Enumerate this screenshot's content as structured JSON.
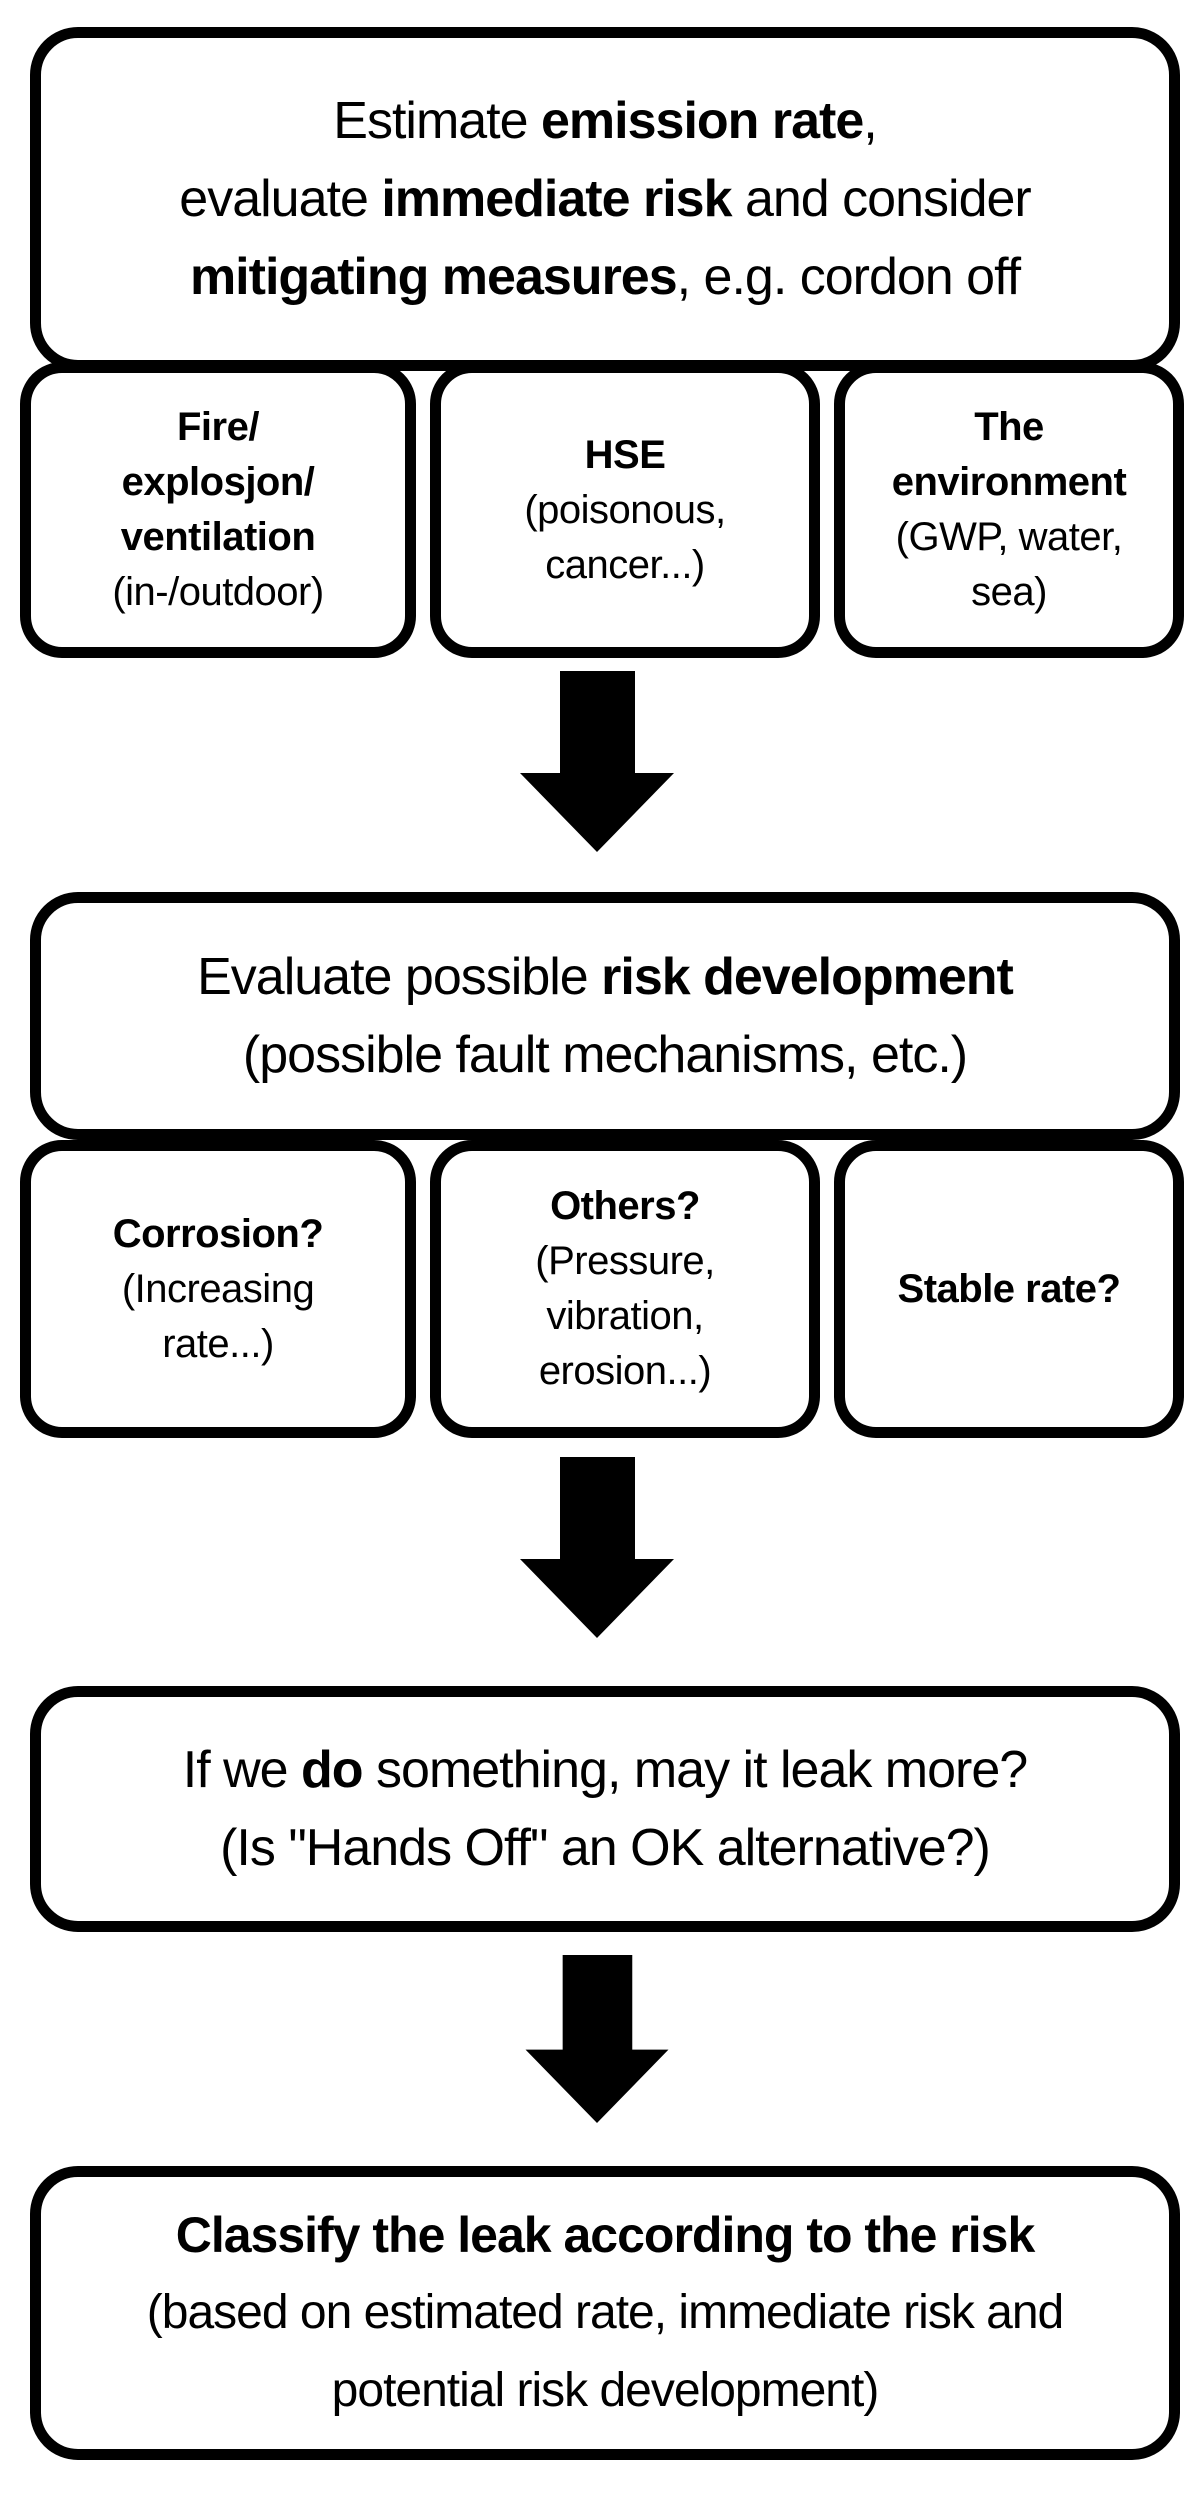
{
  "colors": {
    "ink": "#000000",
    "paper": "#ffffff"
  },
  "step1": {
    "l0": [
      "Estimate ",
      "emission rate",
      ","
    ],
    "l1": [
      "evaluate ",
      "immediate risk",
      " and consider"
    ],
    "l2": [
      "mitigating measures",
      ", e.g. cordon off"
    ]
  },
  "factors1": [
    {
      "title": [
        "Fire/",
        "explosjon/",
        "ventilation"
      ],
      "note": [
        "(in-/outdoor)"
      ]
    },
    {
      "title": [
        "HSE"
      ],
      "note": [
        "(poisonous,",
        "cancer...)"
      ]
    },
    {
      "title": [
        "The",
        "environment"
      ],
      "note": [
        "(GWP, water,",
        "sea)"
      ]
    }
  ],
  "step2": {
    "l0": [
      "Evaluate possible ",
      "risk development"
    ],
    "l1": [
      "(possible fault mechanisms, etc.)"
    ]
  },
  "factors2": [
    {
      "title": [
        "Corrosion?"
      ],
      "note": [
        "(Increasing",
        "rate...)"
      ]
    },
    {
      "title": [
        "Others?"
      ],
      "note": [
        "(Pressure,",
        "vibration,",
        "erosion...)"
      ]
    },
    {
      "title": [
        "Stable rate?"
      ],
      "note": []
    }
  ],
  "step3": {
    "l0": [
      "If we ",
      "do",
      " something, may it leak more?"
    ],
    "l1": [
      "(Is \"Hands Off\" an OK alternative?)"
    ]
  },
  "step4": {
    "l0": [
      "Classify the leak according to the risk"
    ],
    "l1": [
      "(based on estimated rate, immediate risk and"
    ],
    "l2": [
      "potential risk development)"
    ]
  }
}
